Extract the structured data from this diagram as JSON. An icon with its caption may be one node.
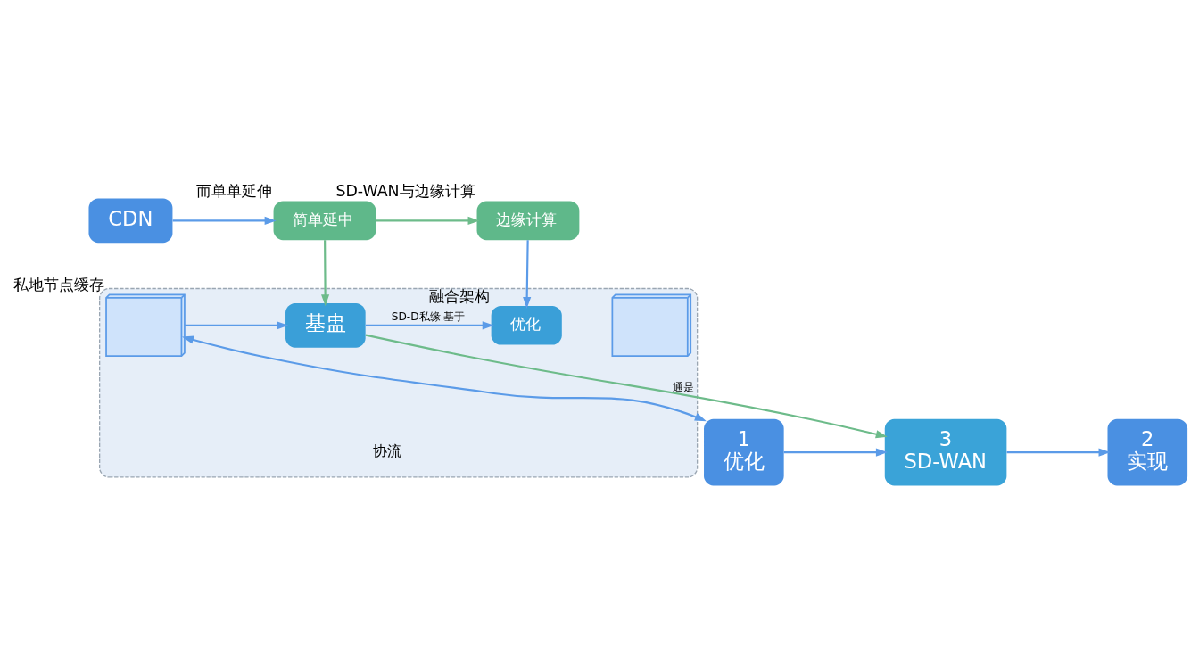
{
  "diagram": {
    "nodes": [
      {
        "text": [
          "CDN"
        ]
      },
      {
        "text": [
          "简单延中"
        ],
        "beside": [
          "而单单延伸"
        ]
      },
      {
        "text": [
          "边缘计算"
        ],
        "beside": [
          "SD-WAN与边缘计算"
        ]
      },
      {
        "text": [],
        "shape": "box"
      },
      {
        "text": [],
        "shape": "picture",
        "in": 3
      },
      {
        "text": [],
        "shape": "picture",
        "in": 3,
        "beside": [
          "私地节点缓存"
        ]
      },
      {
        "text": [
          "基盅"
        ],
        "in": 3
      },
      {
        "text": [
          "优化"
        ],
        "in": 3,
        "beside": [
          "融合架构"
        ]
      },
      {
        "text": [
          "1",
          "优化"
        ]
      },
      {
        "text": [
          "3",
          "SD-WAN"
        ]
      },
      {
        "text": [
          "2",
          "实现"
        ]
      }
    ],
    "edges": [
      {
        "from": 0,
        "to": 1,
        "arrow": "to"
      },
      {
        "from": 1,
        "to": 2,
        "arrow": "to",
        "color": "#6dbb8a"
      },
      {
        "from": 1,
        "to": 6,
        "arrow": "to",
        "color": "#6dbb8a"
      },
      {
        "from": 2,
        "to": 7,
        "arrow": "to"
      },
      {
        "from": 5,
        "to": 6,
        "arrow": "to"
      },
      {
        "from": 6,
        "to": 7,
        "arrow": "to",
        "label": "SD-D私缘 基于"
      },
      {
        "from": 6,
        "to": 9,
        "arrow": "to",
        "label": "通是",
        "color": "#6dbb8a"
      },
      {
        "from": 5,
        "to": 8,
        "arrow": "both"
      },
      {
        "from": 8,
        "to": 9,
        "arrow": "to"
      },
      {
        "from": 9,
        "to": 10,
        "arrow": "to"
      }
    ],
    "labels": [
      "协流"
    ]
  }
}
